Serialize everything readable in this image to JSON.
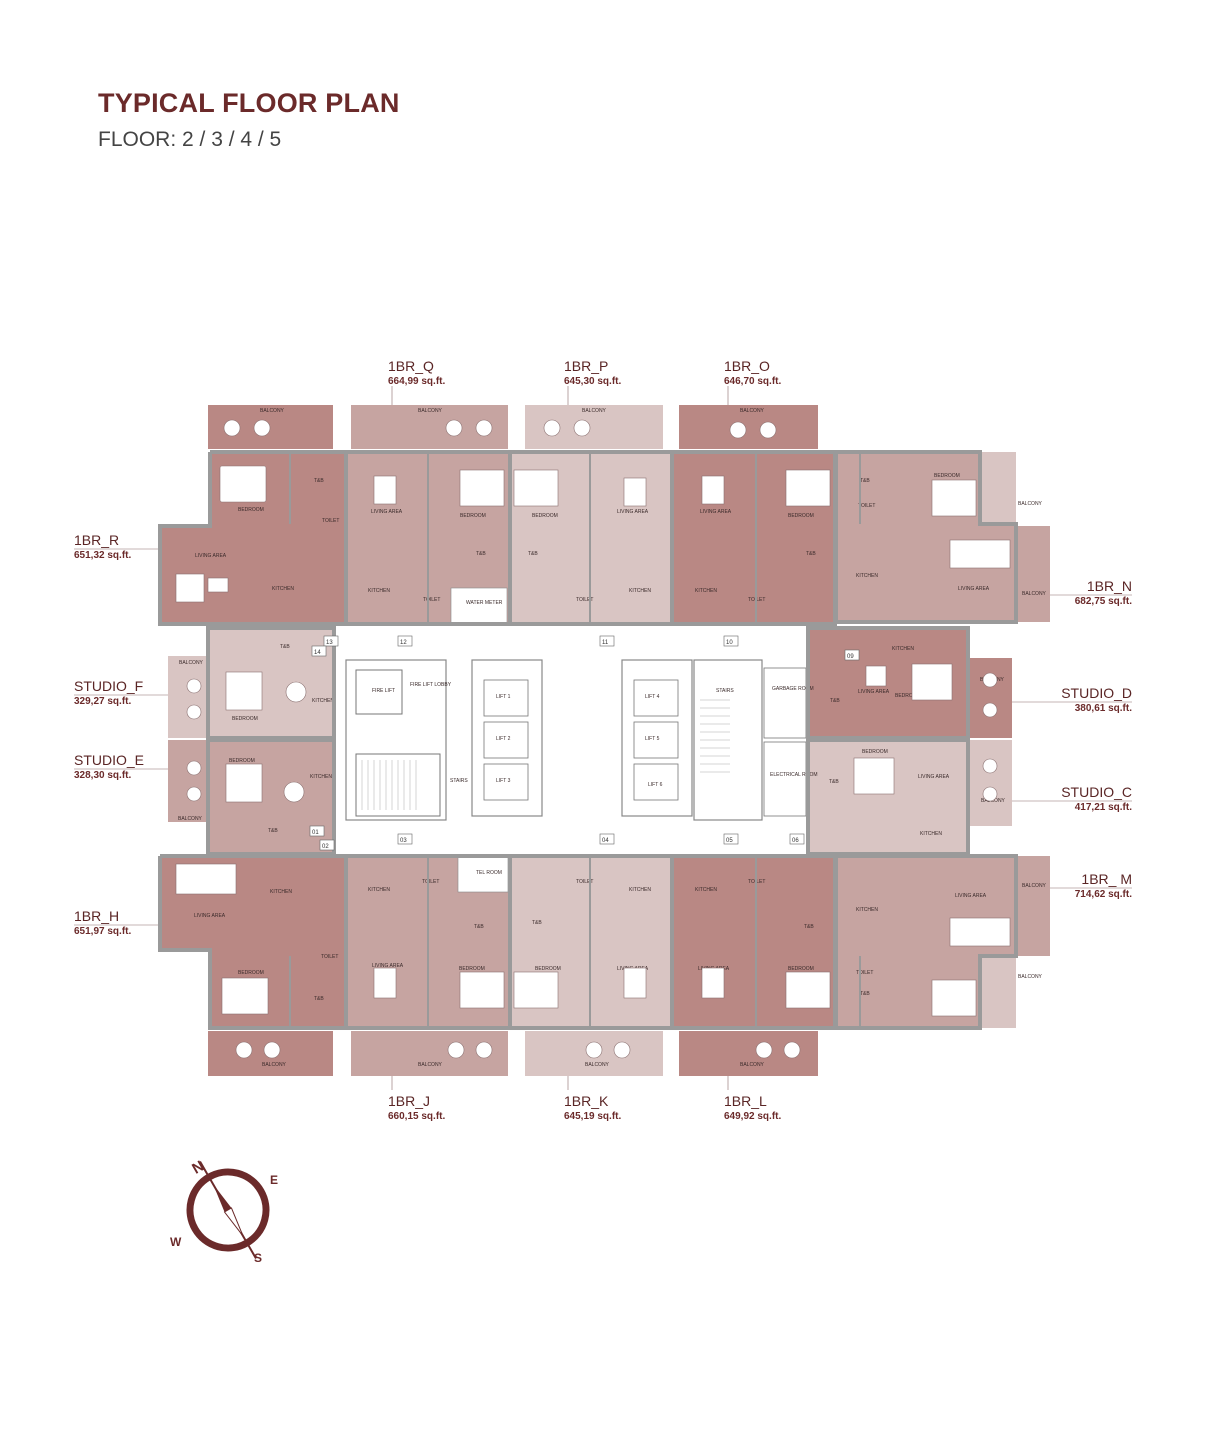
{
  "header": {
    "title": "TYPICAL FLOOR PLAN",
    "subtitle": "FLOOR: 2 / 3 / 4 / 5"
  },
  "units": {
    "q": {
      "name": "1BR_Q",
      "area": "664,99 sq.ft."
    },
    "p": {
      "name": "1BR_P",
      "area": "645,30 sq.ft."
    },
    "o": {
      "name": "1BR_O",
      "area": "646,70 sq.ft."
    },
    "r": {
      "name": "1BR_R",
      "area": "651,32 sq.ft."
    },
    "n": {
      "name": "1BR_N",
      "area": "682,75 sq.ft."
    },
    "f": {
      "name": "STUDIO_F",
      "area": "329,27 sq.ft."
    },
    "d": {
      "name": "STUDIO_D",
      "area": "380,61 sq.ft."
    },
    "e": {
      "name": "STUDIO_E",
      "area": "328,30 sq.ft."
    },
    "c": {
      "name": "STUDIO_C",
      "area": "417,21 sq.ft."
    },
    "h": {
      "name": "1BR_H",
      "area": "651,97 sq.ft."
    },
    "m": {
      "name": "1BR_ M",
      "area": "714,62 sq.ft."
    },
    "j": {
      "name": "1BR_J",
      "area": "660,15 sq.ft."
    },
    "k": {
      "name": "1BR_K",
      "area": "645,19 sq.ft."
    },
    "l": {
      "name": "1BR_L",
      "area": "649,92 sq.ft."
    }
  },
  "rooms": {
    "balcony": "BALCONY",
    "bedroom": "BEDROOM",
    "living_area": "LIVING AREA",
    "kitchen": "KITCHEN",
    "toilet": "TOILET",
    "tb": "T&B",
    "water_meter": "WATER METER",
    "fire_lift": "FIRE LIFT",
    "fire_lift_lobby": "FIRE LIFT LOBBY",
    "stairs": "STAIRS",
    "tel_room": "TEL ROOM",
    "garbage_room": "GARBAGE ROOM",
    "electrical_room": "ELECTRICAL ROOM",
    "lift_1": "LIFT 1",
    "lift_2": "LIFT 2",
    "lift_3": "LIFT 3",
    "lift_4": "LIFT 4",
    "lift_5": "LIFT 5",
    "lift_6": "LIFT 6"
  },
  "door_numbers": [
    "01",
    "02",
    "03",
    "04",
    "05",
    "06",
    "09",
    "10",
    "11",
    "12",
    "13",
    "14"
  ],
  "compass": {
    "n": "N",
    "e": "E",
    "s": "S",
    "w": "W"
  },
  "colors": {
    "accent": "#6b2a2a",
    "unit_dark": "#b98884",
    "unit_mid": "#c6a4a1",
    "unit_light": "#d9c5c3",
    "wall": "#9a9a9a",
    "corridor": "#ffffff"
  }
}
